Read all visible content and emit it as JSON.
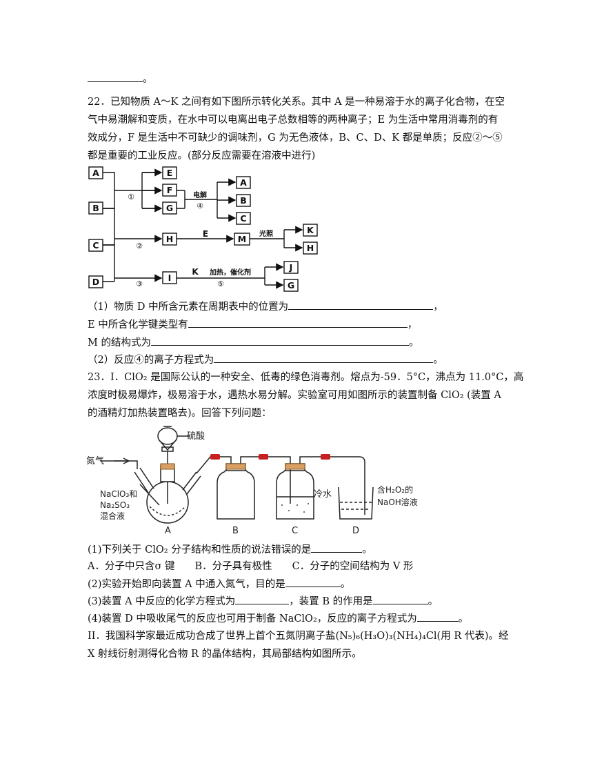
{
  "top_end": "。",
  "q22": {
    "l1": "22．已知物质 A～K 之间有如下图所示转化关系。其中 A 是一种易溶于水的离子化合物，在空",
    "l2": "气中易潮解和变质，在水中可以电离出电子总数相等的两种离子；E 为生活中常用消毒剂的有",
    "l3": "效成分，F 是生活中不可缺少的调味剂，G 为无色液体，B、C、D、K 都是单质；反应②～⑤",
    "l4": "都是重要的工业反应。(部分反应需要在溶液中进行)",
    "boxes": {
      "A": "A",
      "B": "B",
      "C": "C",
      "D": "D",
      "E": "E",
      "F": "F",
      "G": "G",
      "A2": "A",
      "B2": "B",
      "C2": "C",
      "H": "H",
      "M": "M",
      "K": "K",
      "H2": "H",
      "I": "I",
      "J": "J",
      "G2": "G"
    },
    "labels": {
      "r1": "①",
      "r2": "②",
      "r3": "③",
      "r4": "④",
      "r5": "⑤",
      "electrolysis": "电解",
      "E_arrow": "E",
      "light": "光照",
      "K_arrow": "K",
      "heat_cat": "加热，催化剂"
    },
    "p1a": "（1）物质 D 中所含元素在周期表中的位置为",
    "p1a_end": "，",
    "p1b": "E 中所含化学键类型有",
    "p1b_end": "，",
    "p1c": "M 的结构式为",
    "p1c_end": "。",
    "p2": "（2）反应④的离子方程式为",
    "p2_end": "。"
  },
  "q23": {
    "l1": "23．I．ClO₂ 是国际公认的一种安全、低毒的绿色消毒剂。熔点为-59．5°C，沸点为 11.0°C，高",
    "l2": "浓度时极易爆炸，极易溶于水，遇热水易分解。实验室可用如图所示的装置制备 ClO₂ (装置 A",
    "l3": "的酒精灯加热装置略去)。回答下列问题：",
    "apparatus": {
      "sulfuric_acid": "硫酸",
      "nitrogen": "氮气",
      "reagent_l1": "NaClO₃和",
      "reagent_l2": "Na₂SO₃",
      "reagent_l3": "混合液",
      "cold_water": "冷水",
      "naoh_l1": "含H₂O₂的",
      "naoh_l2": "NaOH溶液",
      "A": "A",
      "B": "B",
      "C": "C",
      "D": "D"
    },
    "s1": "(1)下列关于 ClO₂ 分子结构和性质的说法错误的是",
    "s1_end": "。",
    "s1_opts": "A．分子中只含σ 键　　B．分子具有极性　　C．分子的空间结构为 V 形",
    "s2": "(2)实验开始即向装置 A 中通入氮气，目的是",
    "s2_end": "。",
    "s3a": "(3)装置 A 中反应的化学方程式为",
    "s3b": "，装置 B 的作用是",
    "s3_end": "。",
    "s4": "(4)装置 D 中吸收尾气的反应也可用于制备 NaClO₂，反应的离子方程式为",
    "s4_end": "。",
    "ii_l1": "II．我国科学家最近成功合成了世界上首个五氮阴离子盐(N₅)₆(H₃O)₃(NH₄)₄Cl(用 R 代表)。经",
    "ii_l2": "X 射线衍射测得化合物 R 的晶体结构，其局部结构如图所示。"
  }
}
